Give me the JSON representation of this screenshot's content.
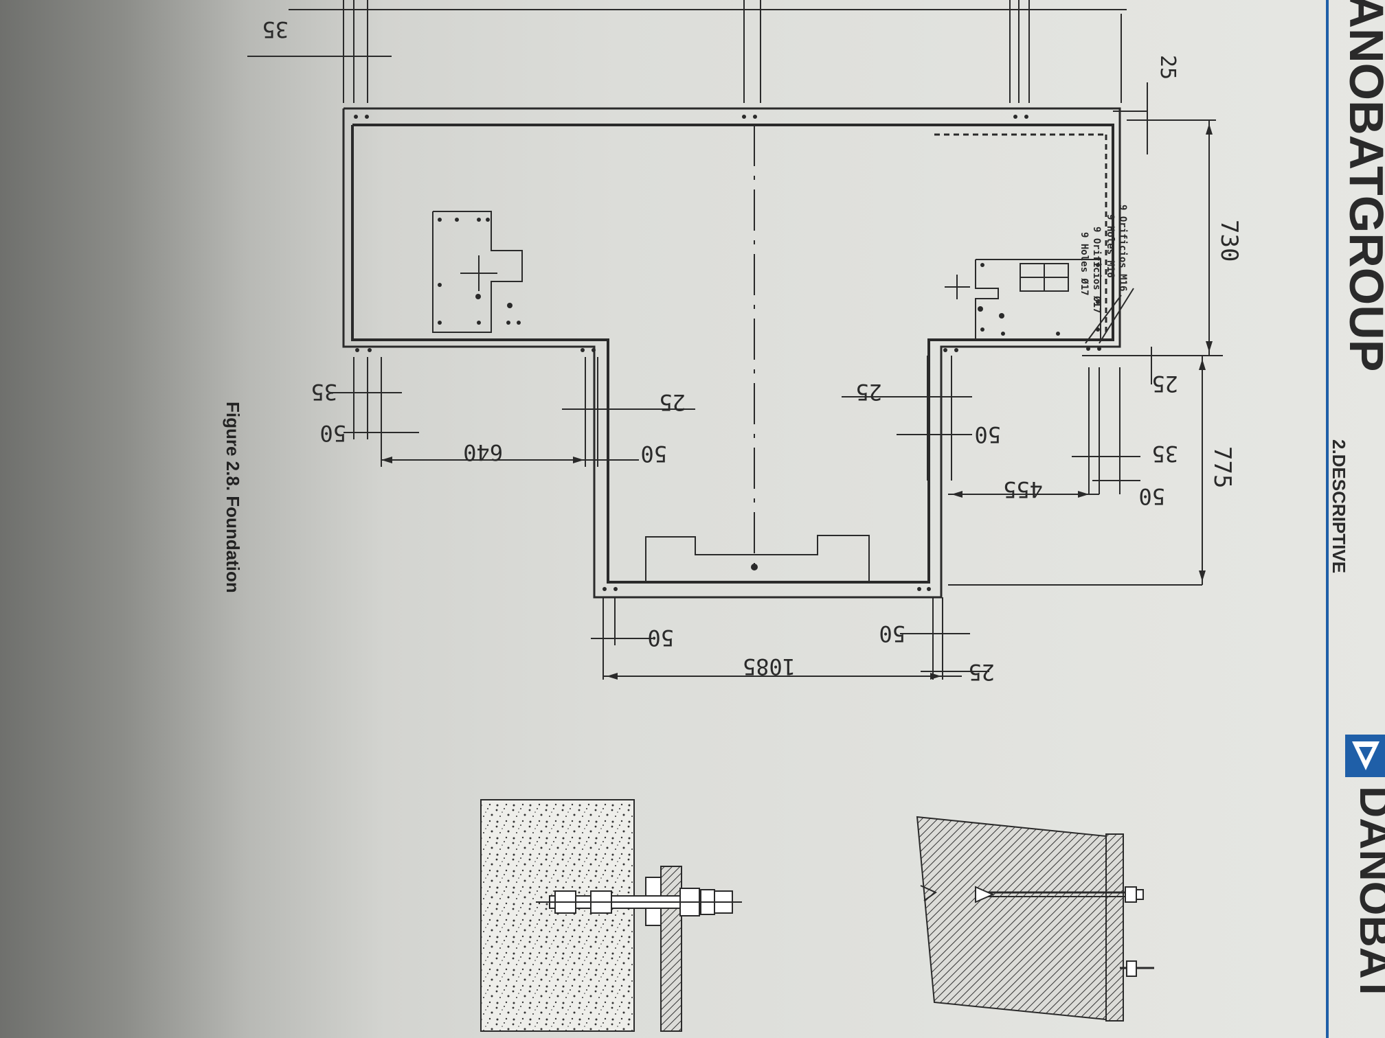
{
  "header": {
    "company_cut": "DANOBATGROUP",
    "section": "2.DESCRIPTIVE",
    "brand": "DANOBAT"
  },
  "figure": {
    "caption": "Figure 2.8. Foundation"
  },
  "note": {
    "line1": "9 Orificios M16",
    "line2": "9 Holes M16",
    "line3": "9 Orificios Ø17",
    "line4": "9 Holes Ø17"
  },
  "dimensions": {
    "d35_top": "35",
    "d25_top": "25",
    "d730": "730",
    "d775": "775",
    "d25_right": "25",
    "d35_right": "35",
    "d50_right": "50",
    "d455": "455",
    "d25_mid_right": "25",
    "d50_mid_right": "50",
    "d25_mid_left": "25",
    "d50_mid_left": "50",
    "d640": "640",
    "d35_left": "35",
    "d50_left": "50",
    "d50_bottom_left": "50",
    "d1085": "1085",
    "d50_bottom_right": "50",
    "d25_bottom": "25"
  },
  "colors": {
    "ink": "#2a2a2a",
    "brand_blue": "#1f5fa8"
  }
}
